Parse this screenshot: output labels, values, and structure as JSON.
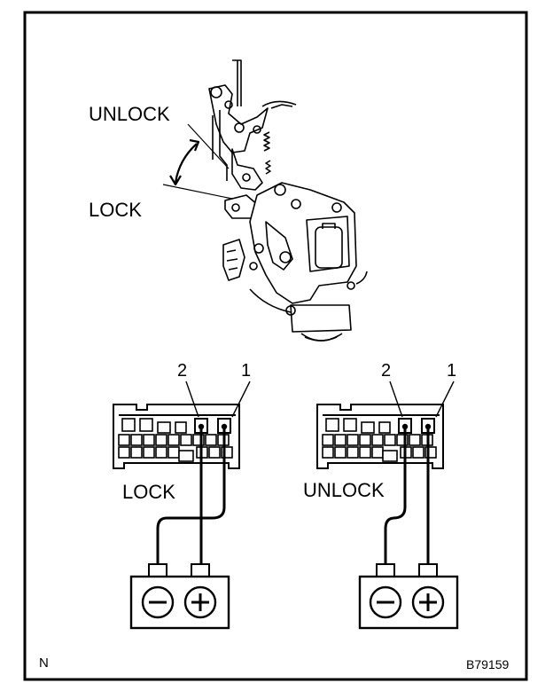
{
  "actuator": {
    "unlock_label": "UNLOCK",
    "lock_label": "LOCK"
  },
  "connector_left": {
    "caption": "LOCK",
    "pin_2": "2",
    "pin_1": "1",
    "battery_minus": "−",
    "battery_plus": "+"
  },
  "connector_right": {
    "caption": "UNLOCK",
    "pin_2": "2",
    "pin_1": "1",
    "battery_minus": "−",
    "battery_plus": "+"
  },
  "footer": {
    "corner_mark": "N",
    "figure_code": "B79159"
  }
}
